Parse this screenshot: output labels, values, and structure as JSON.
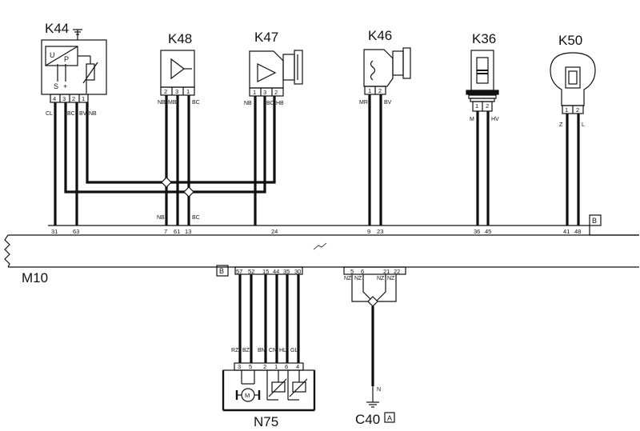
{
  "components": {
    "k44": {
      "name": "K44",
      "u": "U",
      "p": "P",
      "s": "S",
      "plus": "+",
      "pins": [
        "4",
        "3",
        "2",
        "1"
      ],
      "wires": [
        "CL",
        "BC",
        "BV",
        "NB"
      ]
    },
    "k48": {
      "name": "K48",
      "pins": [
        "2",
        "3",
        "1"
      ],
      "wires": [
        "NB",
        "MB",
        "BC"
      ]
    },
    "k47": {
      "name": "K47",
      "pins": [
        "1",
        "3",
        "2"
      ],
      "wires": [
        "NB",
        "BC",
        "HB"
      ]
    },
    "k46": {
      "name": "K46",
      "pins": [
        "1",
        "2"
      ],
      "wires": [
        "MR",
        "BV"
      ]
    },
    "k36": {
      "name": "K36",
      "pins": [
        "1",
        "2"
      ],
      "wires": [
        "M",
        "HV"
      ]
    },
    "k50": {
      "name": "K50",
      "pins": [
        "1",
        "2"
      ],
      "wires": [
        "Z",
        "L"
      ]
    },
    "n75": {
      "name": "N75",
      "pins": [
        "3",
        "5",
        "2",
        "1",
        "6",
        "4"
      ],
      "wires": [
        "RZ",
        "BZ",
        "BN",
        "CN",
        "HL",
        "GL"
      ],
      "motor": "M"
    },
    "c40": {
      "name": "C40",
      "tag": "A",
      "wire": "N"
    }
  },
  "ecu": {
    "name": "M10",
    "tag_top": "B",
    "tag_bottom": "B",
    "top_pins": [
      "31",
      "63",
      "7",
      "61",
      "13",
      "24",
      "9",
      "23",
      "36",
      "45",
      "41",
      "48"
    ],
    "bottom_pins": [
      "57",
      "52",
      "15",
      "44",
      "35",
      "30",
      "5",
      "6",
      "21",
      "22"
    ],
    "lower_wires": [
      "NB",
      "BC"
    ],
    "ground_wires": [
      "NZ",
      "NZ",
      "NZ",
      "NZ"
    ]
  }
}
